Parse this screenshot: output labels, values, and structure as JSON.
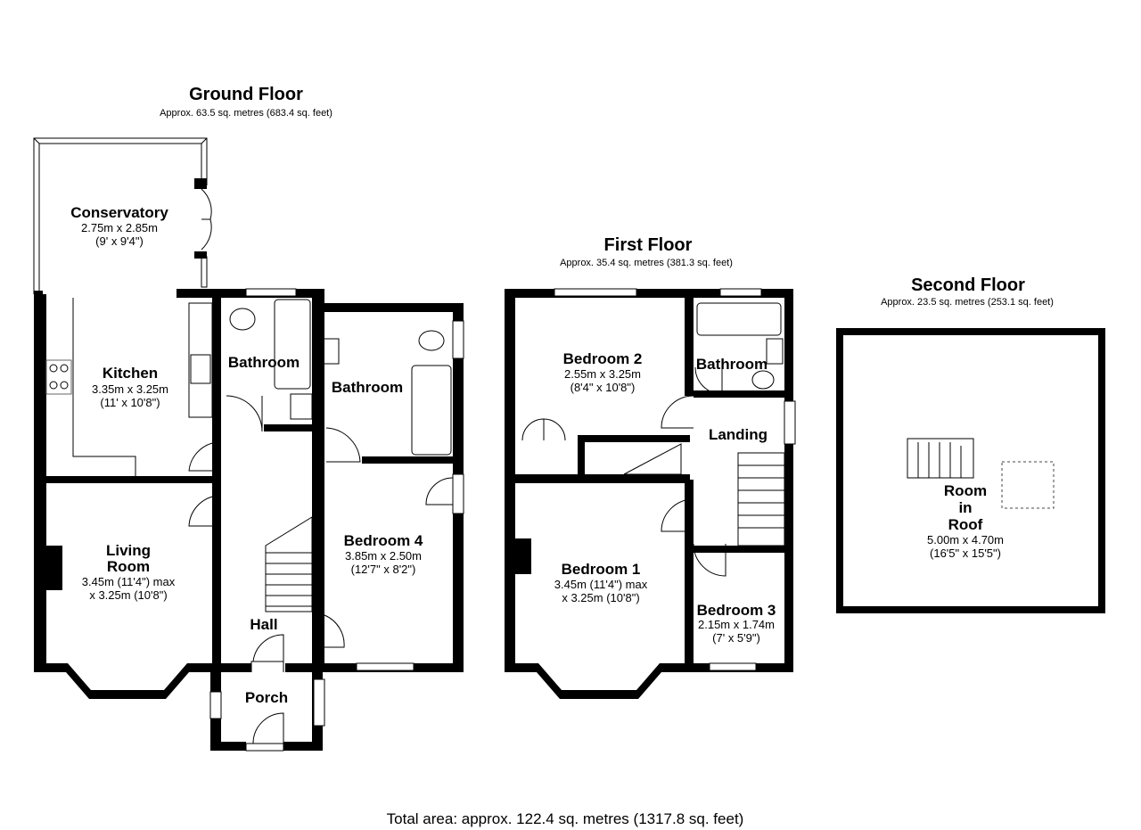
{
  "floors": {
    "ground": {
      "title": "Ground Floor",
      "area": "Approx. 63.5 sq. metres (683.4 sq. feet)"
    },
    "first": {
      "title": "First Floor",
      "area": "Approx. 35.4 sq. metres (381.3 sq. feet)"
    },
    "second": {
      "title": "Second Floor",
      "area": "Approx. 23.5 sq. metres (253.1 sq. feet)"
    }
  },
  "rooms": {
    "conservatory": {
      "name": "Conservatory",
      "dim1": "2.75m x 2.85m",
      "dim2": "(9' x 9'4\")"
    },
    "kitchen": {
      "name": "Kitchen",
      "dim1": "3.35m x 3.25m",
      "dim2": "(11' x 10'8\")"
    },
    "bathroom_g1": {
      "name": "Bathroom"
    },
    "bathroom_g2": {
      "name": "Bathroom"
    },
    "living_room": {
      "name1": "Living",
      "name2": "Room",
      "dim1": "3.45m (11'4\") max",
      "dim2": "x 3.25m (10'8\")"
    },
    "bedroom4": {
      "name": "Bedroom 4",
      "dim1": "3.85m x 2.50m",
      "dim2": "(12'7\" x 8'2\")"
    },
    "hall": {
      "name": "Hall"
    },
    "porch": {
      "name": "Porch"
    },
    "bedroom2": {
      "name": "Bedroom 2",
      "dim1": "2.55m x 3.25m",
      "dim2": "(8'4\" x 10'8\")"
    },
    "bathroom_f": {
      "name": "Bathroom"
    },
    "landing": {
      "name": "Landing"
    },
    "bedroom1": {
      "name": "Bedroom 1",
      "dim1": "3.45m (11'4\") max",
      "dim2": "x 3.25m (10'8\")"
    },
    "bedroom3": {
      "name": "Bedroom 3",
      "dim1": "2.15m x 1.74m",
      "dim2": "(7' x 5'9\")"
    },
    "room_in_roof": {
      "name1": "Room",
      "name2": "in",
      "name3": "Roof",
      "dim1": "5.00m x 4.70m",
      "dim2": "(16'5\" x 15'5\")"
    }
  },
  "total_area": "Total area: approx. 122.4 sq. metres (1317.8 sq. feet)"
}
